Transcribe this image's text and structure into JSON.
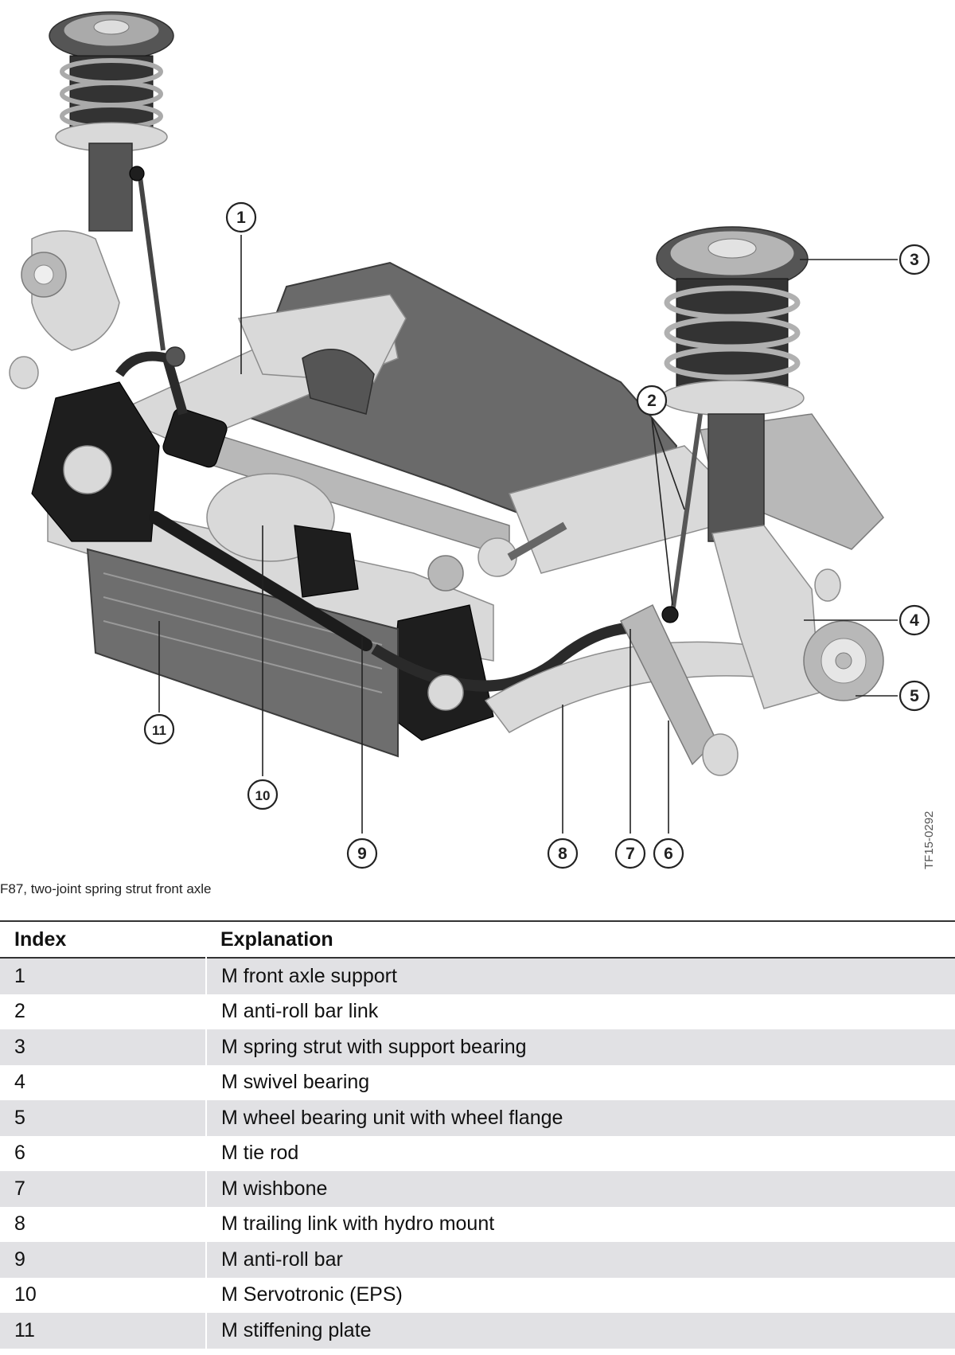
{
  "figure": {
    "code": "TF15-0292",
    "callouts": [
      "1",
      "2",
      "3",
      "4",
      "5",
      "6",
      "7",
      "8",
      "9",
      "10",
      "11"
    ]
  },
  "caption": "F87, two-joint spring strut front axle",
  "table": {
    "headers": {
      "index": "Index",
      "explanation": "Explanation"
    },
    "rows": [
      {
        "index": "1",
        "explanation": "M front axle support"
      },
      {
        "index": "2",
        "explanation": "M anti-roll bar link"
      },
      {
        "index": "3",
        "explanation": "M spring strut with support bearing"
      },
      {
        "index": "4",
        "explanation": "M swivel bearing"
      },
      {
        "index": "5",
        "explanation": "M wheel bearing unit with wheel flange"
      },
      {
        "index": "6",
        "explanation": "M tie rod"
      },
      {
        "index": "7",
        "explanation": "M wishbone"
      },
      {
        "index": "8",
        "explanation": "M trailing link with hydro mount"
      },
      {
        "index": "9",
        "explanation": "M anti-roll bar"
      },
      {
        "index": "10",
        "explanation": "M Servotronic (EPS)"
      },
      {
        "index": "11",
        "explanation": "M stiffening plate"
      }
    ]
  }
}
